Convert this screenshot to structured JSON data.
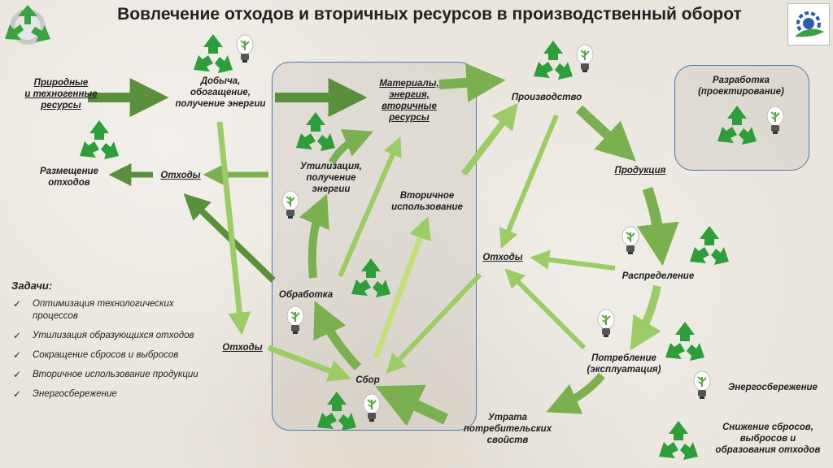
{
  "title": "Вовлечение отходов и вторичных ресурсов в производственный оборот",
  "nodes": {
    "natural_resources": "Природные\nи техногенные\nресурсы",
    "mining": "Добыча,\nобогащение,\nполучение энергии",
    "materials": "Материалы,\nэнергия,\nвторичные\nресурсы",
    "production": "Производство",
    "design": "Разработка\n(проектирование)",
    "placement": "Размещение\nотходов",
    "waste_left": "Отходы",
    "utilization": "Утилизация,\nполучение\nэнергии",
    "secondary_use": "Вторичное\nиспользование",
    "products": "Продукция",
    "waste_mid": "Отходы",
    "distribution": "Распределение",
    "processing": "Обработка",
    "waste_bottom": "Отходы",
    "consumption": "Потребление\n(эксплуатация)",
    "collection": "Сбор",
    "loss": "Утрата\nпотребительских\nсвойств",
    "energy_saving": "Энергосбережение",
    "reduction": "Снижение сбросов,\nвыбросов и\nобразования отходов"
  },
  "tasks": {
    "heading": "Задачи:",
    "items": [
      "Оптимизация технологических процессов",
      "Утилизация образующихся отходов",
      "Сокращение сбросов и выбросов",
      "Вторичное использование продукции",
      "Энергосбережение"
    ]
  },
  "colors": {
    "arrow_dark": "#5a8f3c",
    "arrow_light": "#9ccc65",
    "recycle": "#2e9e3a",
    "box_border": "#4f7aa8"
  },
  "icons": [
    "recycle-icon",
    "lightbulb-icon",
    "company-logo-icon"
  ]
}
